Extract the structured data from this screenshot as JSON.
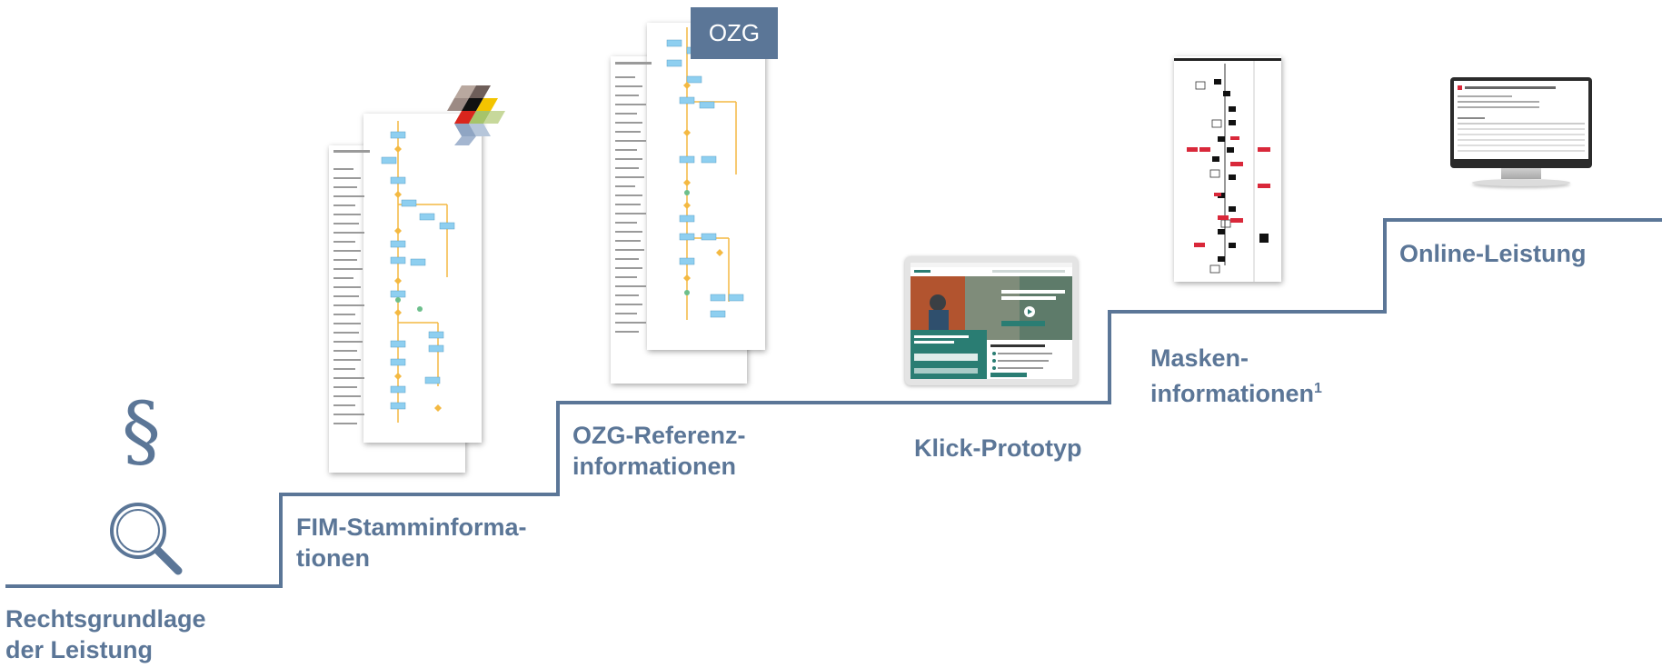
{
  "colors": {
    "accent": "#5b7697",
    "flow_box": "#8ecff0",
    "flow_diamond": "#f4b942",
    "flow_green": "#6dbf8c",
    "mask_red": "#d9283a"
  },
  "steps": [
    {
      "id": "rechtsgrundlage",
      "lines": [
        "Rechtsgrundlage",
        "der Leistung"
      ]
    },
    {
      "id": "fim",
      "lines": [
        "FIM-Stamminforma-",
        "tionen"
      ]
    },
    {
      "id": "ozg",
      "lines": [
        "OZG-Referenz-",
        "informationen"
      ]
    },
    {
      "id": "klick",
      "lines": [
        "Klick-Prototyp"
      ]
    },
    {
      "id": "masken",
      "lines": [
        "Masken-",
        "informationen"
      ],
      "footnote": "1"
    },
    {
      "id": "online",
      "lines": [
        "Online-Leistung"
      ]
    }
  ],
  "symbols": {
    "paragraph": "§",
    "magnifier_icon": "search-icon",
    "fim_logo_icon": "cube-logo-icon"
  },
  "ozg_badge": "OZG"
}
